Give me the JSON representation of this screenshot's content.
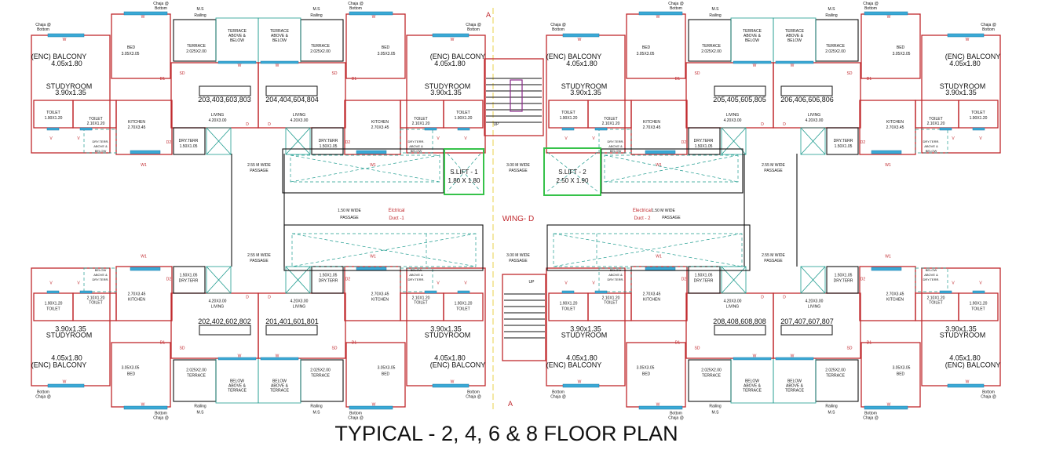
{
  "title": "TYPICAL - 2, 4, 6 & 8 FLOOR PLAN",
  "wing": "WING- D",
  "section_marker": "A",
  "rooms": {
    "balcony": "(ENC) BALCONY",
    "balcony_size": "4.05x1.80",
    "studyroom": "STUDYROOM",
    "studyroom_size": "3.90x1.35",
    "bed": "BED",
    "bed_size": "3.05X3.05",
    "terrace": "TERRACE",
    "terrace_size": "2.025X2.00",
    "terrace_ab_1": "TERRACE",
    "terrace_ab_2": "ABOVE &",
    "terrace_ab_3": "BELOW",
    "living": "LIVING",
    "living_size": "4.20X3.00",
    "kitchen": "KITCHEN",
    "kitchen_size": "2.70X3.45",
    "toilet": "TOILET",
    "toilet_size_a": "1.90X1.20",
    "toilet_size_b": "2.10X1.20",
    "dry_terr": "DRY.TERR",
    "dry_terr_size": "1.50X1.05",
    "dry_ab_1": "DRY.TERR.",
    "dry_ab_2": "ABOVE &",
    "dry_ab_3": "BELOW",
    "chaja_1": "Chaja @",
    "chaja_2": "Bottom",
    "ms": "M.S",
    "railing": "Railing",
    "tags": {
      "W": "W",
      "W1": "W1",
      "SD": "SD",
      "D": "D",
      "D1": "D1",
      "D2": "D2",
      "V": "V"
    }
  },
  "flats": [
    {
      "unit": "203,403,603,803"
    },
    {
      "unit": "204,404,604,804"
    },
    {
      "unit": "205,405,605,805"
    },
    {
      "unit": "206,406,606,806"
    },
    {
      "unit": "202,402,602,802"
    },
    {
      "unit": "201,401,601,801"
    },
    {
      "unit": "208,408,608,808"
    },
    {
      "unit": "207,407,607,807"
    }
  ],
  "core": {
    "lift1": "S.LIFT - 1",
    "lift1_size": "1.80 X 1.80",
    "lift2": "S.LIFT - 2",
    "lift2_size": "2.50 X 1.90",
    "passage_255": "2.55 M WIDE",
    "passage_300": "3.00 M WIDE",
    "passage_150": "1.50 M WIDE",
    "passage": "PASSAGE",
    "duct1_a": "Elctrical",
    "duct1_b": "Duct -1",
    "duct2_a": "Electrical",
    "duct2_b": "Duct - 2",
    "up": "UP"
  },
  "colors": {
    "wall": "#c0282d",
    "window": "#3aa9d6",
    "lift": "#36c24a",
    "shaft": "#1f9c8f"
  }
}
